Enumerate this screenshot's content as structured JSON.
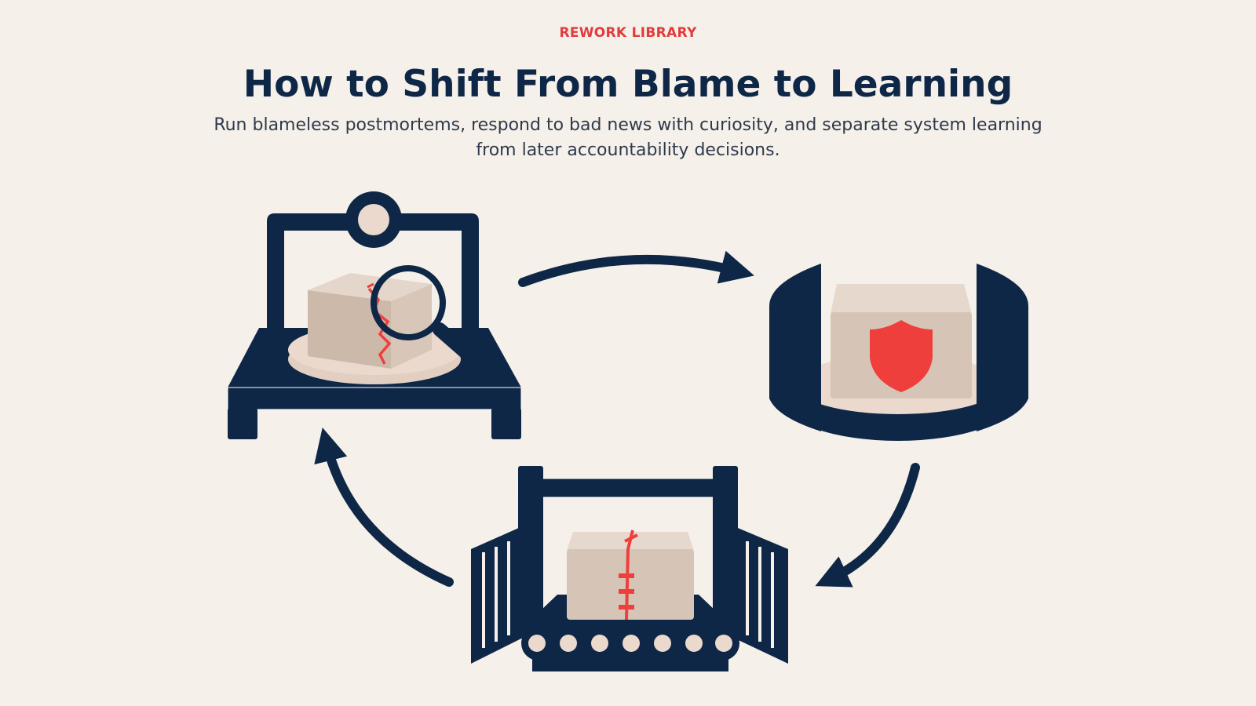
{
  "header": {
    "eyebrow": "REWORK LIBRARY",
    "title": "How to Shift From Blame to Learning",
    "subtitle": "Run blameless postmortems, respond to bad news with curiosity, and separate system learning from later accountability decisions."
  },
  "colors": {
    "navy": "#0f2747",
    "accent_red": "#ef3f3d",
    "box_tan": "#d6c5b7",
    "platform": "#ead9cc",
    "background": "#f5f0e9"
  },
  "diagram": {
    "stages": [
      {
        "name": "inspection-station",
        "icons": [
          "cracked-box-icon",
          "magnifier-icon",
          "lamp-icon"
        ]
      },
      {
        "name": "protection-station",
        "icons": [
          "shield-icon",
          "box-icon"
        ]
      },
      {
        "name": "repair-station",
        "icons": [
          "stitched-box-icon",
          "conveyor-icon",
          "gate-icon"
        ]
      }
    ],
    "arrows": [
      "inspection-to-protection",
      "protection-to-repair",
      "repair-to-inspection"
    ]
  }
}
